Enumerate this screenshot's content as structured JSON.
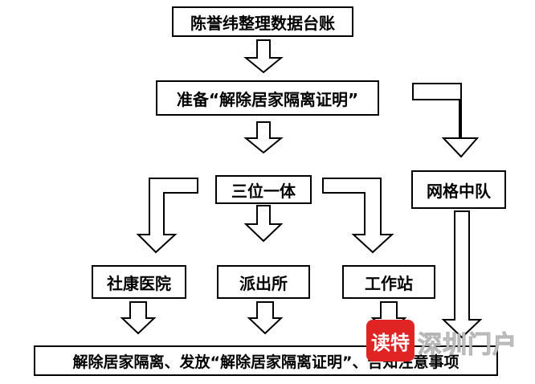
{
  "nodes": {
    "chen": "陈誉纬整理数据台账",
    "prepare": "准备“解除居家隔离证明”",
    "trinity": "三位一体",
    "grid": "网格中队",
    "clinic": "社康医院",
    "police": "派出所",
    "workstation": "工作站",
    "final": "解除居家隔离、发放“解除居家隔离证明”、告知注意事项"
  },
  "watermark": {
    "badge": "读特",
    "text": "深圳门户"
  },
  "colors": {
    "stroke": "#000000",
    "badge": "#e02424"
  }
}
